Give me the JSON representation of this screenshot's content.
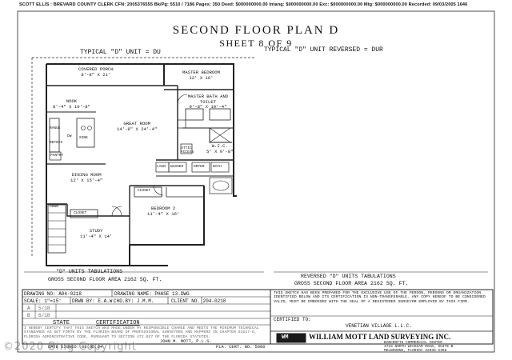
{
  "header": "SCOTT ELLIS : BREVARD COUNTY CLERK   CFN: 2005376555  Bk/Pg: 5510 / 7186   Pages: 350   Deed: $000000000.00   Intang: $000000000.00   Exc: $000000000.00   Mtg: $000000000.00   Recorded: 09/03/2005 1646",
  "plan": {
    "title": "SECOND FLOOR PLAN D",
    "sheet": "SHEET 8 OF 9",
    "typical_left": "TYPICAL \"D\" UNIT = DU",
    "typical_right": "TYPICAL \"D\" UNIT REVERSED = DUR"
  },
  "rooms": [
    {
      "name": "COVERED PORCH",
      "dim": "8'-8\" X 21'"
    },
    {
      "name": "MASTER BEDROOM",
      "dim": "12' X 16'"
    },
    {
      "name": "MASTER BATH AND TOILET",
      "dim": "9'-8\" X 10'-4\""
    },
    {
      "name": "NOOK",
      "dim": "8'-4\" X 10'-8\""
    },
    {
      "name": "GREAT ROOM",
      "dim": "14'-8\" X 24'-4\""
    },
    {
      "name": "W.I.C.",
      "dim": "5' X 9'-8\""
    },
    {
      "name": "DINING ROOM",
      "dim": "12' X 15'-4\""
    },
    {
      "name": "BEDROOM 2",
      "dim": "11'-4\" X 16'"
    },
    {
      "name": "STUDY",
      "dim": "11'-4\" X 14'"
    }
  ],
  "fixtures": {
    "closet_a": "CLOSET",
    "closet_b": "CLOSET",
    "down": "DOWN",
    "laun": "LAUN",
    "washer": "WASHER",
    "dryer": "DRYER",
    "bath": "BATH",
    "attic": "ATTIC ACCESS",
    "range": "RANGE",
    "refrig": "REFRIG",
    "pantry": "PANTRY",
    "dw": "DW",
    "sink": "SINK"
  },
  "tabulations": {
    "left_title": "\"D\" UNITS TABULATIONS",
    "left_area": "GROSS SECOND FLOOR AREA    2162 SQ. FT.",
    "right_title": "REVERSED \"D\" UNITS TABULATIONS",
    "right_area": "GROSS SECOND FLOOR AREA    2162 SQ. FT."
  },
  "title_block": {
    "drawing_no": "DRAWING NO: A04-0218",
    "drawing_name": "DRAWING NAME: PHASE 13.DWG",
    "scale": "SCALE: 1\"=15'",
    "drawn_by": "DRWN BY: E.A.W.",
    "checked_by": "CHD.BY: J.M.M.",
    "client_no": "CLIENT NO. 204-0218",
    "rev_a": "A",
    "rev_b": "B",
    "rev_date_a": "5/18",
    "rev_date_b": "6/18",
    "state": "STATE",
    "certification": "CERTIFICATION",
    "cert_text": "I HEREBY CERTIFY THAT THIS SKETCH WAS MADE UNDER MY RESPONSIBLE CHARGE AND MEETS THE MINIMUM TECHNICAL STANDARDS AS SET FORTH BY THE FLORIDA BOARD OF PROFESSIONAL SURVEYORS AND MAPPERS IN CHAPTER 61G17-6, FLORIDA ADMINISTRATIVE CODE, PURSUANT TO SECTION 472.027 OF THE FLORIDA STATUTES.",
    "surveyor": "JOHN M. MOTT, P.L.S.",
    "cert_no": "FLA. CERT. NO. 5080",
    "date_signed": "DATE SIGNED: 08.05.04",
    "disclaimer": "THIS SKETCH HAS BEEN PREPARED FOR THE EXCLUSIVE USE OF THE PERSON, PERSONS OR ORGANIZATION IDENTIFIED BELOW AND ITS CERTIFICATION IS NON-TRANSFERABLE. ANY COPY HEREOF TO BE CONSIDERED VALID, MUST BE EMBOSSED WITH THE SEAL OF A REGISTERED SURVEYOR EMPLOYED BY THIS FIRM.",
    "certified_to": "CERTIFIED TO:",
    "client": "VENETIAN VILLAGE L.L.C.",
    "firm": "WILLIAM MOTT LAND SURVEYING INC.",
    "firm_logo": "WM",
    "address1": "BANCROFTS COMMERCIAL CENTER",
    "address2": "3718 NORTH WICKHAM ROAD, SUITE B",
    "address3": "MELBOURNE, FLORIDA  32935-2358",
    "watermark": "©2020 Bing Copyright"
  }
}
